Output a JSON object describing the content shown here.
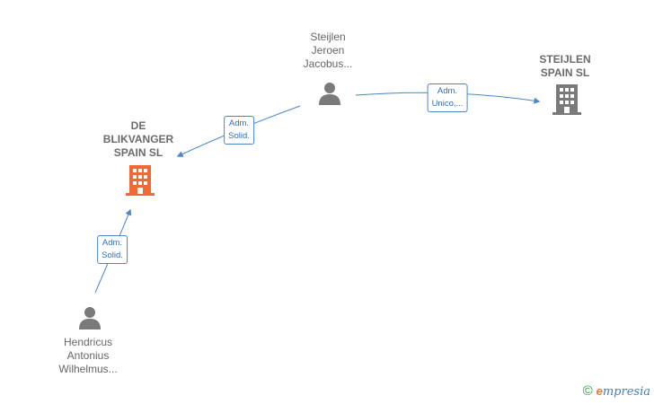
{
  "nodes": {
    "person_top": {
      "lines": [
        "Steijlen",
        "Jeroen",
        "Jacobus..."
      ]
    },
    "company_right": {
      "lines": [
        "STEIJLEN",
        "SPAIN  SL"
      ]
    },
    "company_left": {
      "lines": [
        "DE",
        "BLIKVANGER",
        "SPAIN  SL"
      ]
    },
    "person_bottom": {
      "lines": [
        "Hendricus",
        "Antonius",
        "Wilhelmus..."
      ]
    }
  },
  "edges": {
    "top_to_left": [
      "Adm.",
      "Solid."
    ],
    "top_to_right": [
      "Adm.",
      "Unico,..."
    ],
    "bottom_to_left": [
      "Adm.",
      "Solid."
    ]
  },
  "colors": {
    "edge": "#4a86c8",
    "person_icon": "#7a7a7a",
    "company_icon_grey": "#7a7a7a",
    "company_icon_highlight": "#f06a35"
  },
  "icons": {
    "person": "person-icon",
    "company": "building-icon"
  },
  "footer": {
    "copyright": "©",
    "brand_first": "e",
    "brand_rest": "mpresia"
  }
}
